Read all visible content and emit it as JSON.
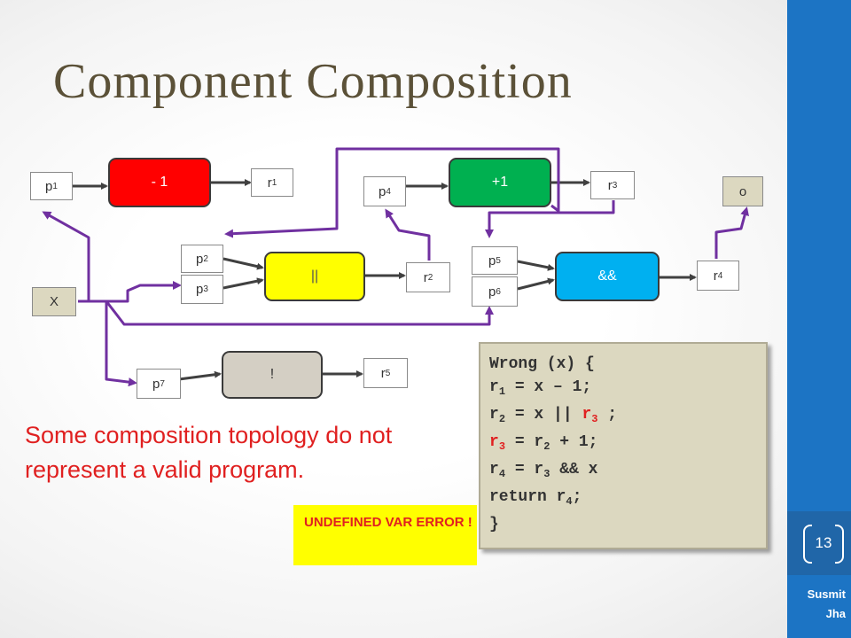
{
  "slide": {
    "title": "Component Composition",
    "message": "Some composition topology do not represent a valid program.",
    "error_label": "UNDEFINED VAR ERROR !",
    "page_number": "13",
    "author_first": "Susmit",
    "author_last": "Jha"
  },
  "diagram": {
    "components": [
      {
        "id": "sub1",
        "label": "- 1",
        "color": "#ff0000"
      },
      {
        "id": "inc1",
        "label": "+1",
        "color": "#00b050"
      },
      {
        "id": "or",
        "label": "||",
        "color": "#ffff00"
      },
      {
        "id": "and",
        "label": "&&",
        "color": "#00b0f0"
      },
      {
        "id": "not",
        "label": "!",
        "color": "#d4cfc4"
      }
    ],
    "ports": {
      "p1": {
        "base": "p",
        "sub": "1"
      },
      "p2": {
        "base": "p",
        "sub": "2"
      },
      "p3": {
        "base": "p",
        "sub": "3"
      },
      "p4": {
        "base": "p",
        "sub": "4"
      },
      "p5": {
        "base": "p",
        "sub": "5"
      },
      "p6": {
        "base": "p",
        "sub": "6"
      },
      "p7": {
        "base": "p",
        "sub": "7"
      },
      "r1": {
        "base": "r",
        "sub": "1"
      },
      "r2": {
        "base": "r",
        "sub": "2"
      },
      "r3": {
        "base": "r",
        "sub": "3"
      },
      "r4": {
        "base": "r",
        "sub": "4"
      },
      "r5": {
        "base": "r",
        "sub": "5"
      },
      "x": {
        "base": "X",
        "sub": ""
      },
      "o": {
        "base": "o",
        "sub": ""
      }
    },
    "wire_color": "#7030a0"
  },
  "code": {
    "header": "Wrong (x) {",
    "line1": [
      "r",
      "1",
      " = x – 1;"
    ],
    "line2": [
      "r",
      "2",
      " = x || ",
      "r",
      "3",
      " ;"
    ],
    "line3": [
      "r",
      "3",
      " = r",
      "2",
      " + 1;"
    ],
    "line4": [
      "r",
      "4",
      " = r",
      "3",
      " && x"
    ],
    "line5": [
      "return r",
      "4",
      ";"
    ],
    "footer": "}"
  }
}
